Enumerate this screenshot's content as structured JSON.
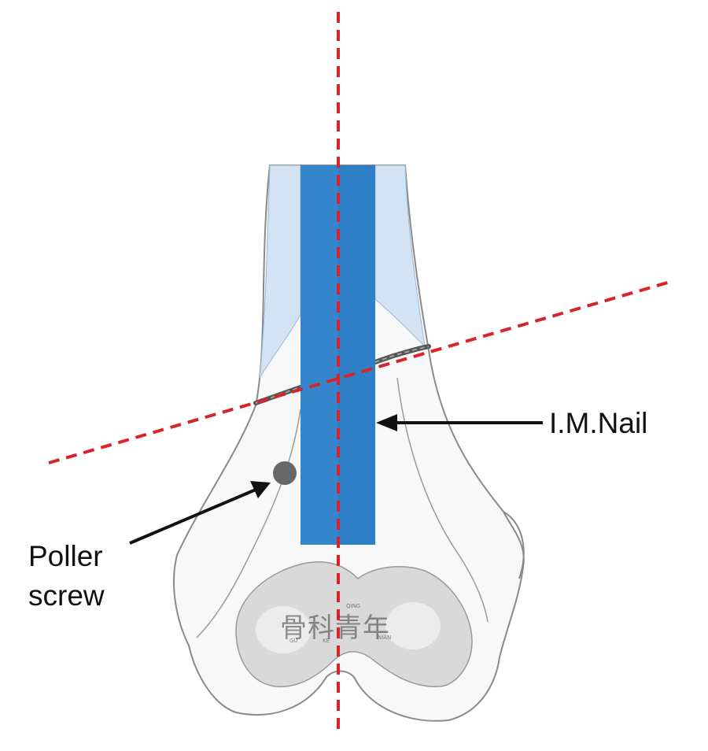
{
  "labels": {
    "nail": "I.M.Nail",
    "poller_line1": "Poller",
    "poller_line2": "screw"
  },
  "watermark": {
    "text": "骨科青年",
    "pinyin": [
      "GU",
      "KE",
      "QING",
      "NIAN"
    ]
  },
  "colors": {
    "nail": "#2f7fc7",
    "guide_line": "#d9232b",
    "bone_fill": "#f7f7f7",
    "bone_outline": "#8a8a8a",
    "cortex": "#c9dcef",
    "cartilage": "#d6d6d6",
    "screw": "#666666",
    "arrow": "#111111"
  }
}
